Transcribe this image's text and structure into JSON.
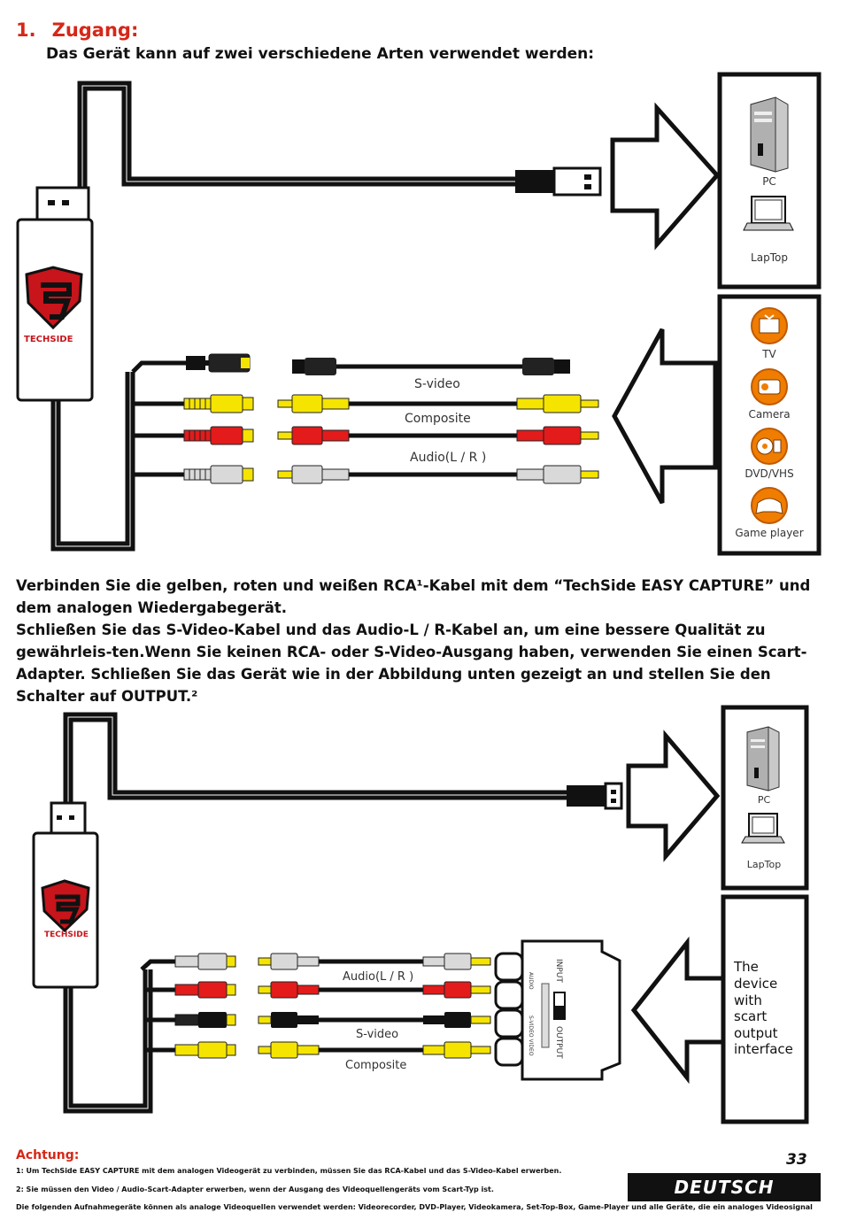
{
  "section": {
    "number": "1.",
    "title": "Zugang:",
    "subtitle": "Das Gerät kann auf zwei verschiedene Arten verwendet werden:"
  },
  "diagram1": {
    "brand": "TECHSIDE",
    "cable_labels": [
      "S-video",
      "Composite",
      "Audio(L / R )"
    ],
    "targets": [
      "PC",
      "LapTop"
    ],
    "sources": [
      "TV",
      "Camera",
      "DVD/VHS",
      "Game player"
    ]
  },
  "body_text": {
    "line1": "Verbinden Sie die gelben, roten und weißen RCA¹-Kabel mit dem “TechSide EASY CAPTURE” und dem analogen Wiedergabegerät.",
    "line2": "Schließen Sie das S-Video-Kabel und das Audio-L / R-Kabel an, um eine bessere Qualität zu gewährleis-ten.Wenn Sie keinen RCA- oder S-Video-Ausgang haben, verwenden Sie einen Scart-Adapter. Schließen Sie das Gerät wie in der Abbildung unten gezeigt an und stellen Sie den Schalter auf OUTPUT.²"
  },
  "diagram2": {
    "brand": "TECHSIDE",
    "cable_labels": [
      "Audio(L / R )",
      "S-video",
      "Composite"
    ],
    "targets": [
      "PC",
      "LapTop"
    ],
    "scart_labels": {
      "input": "INPUT",
      "output": "OUTPUT",
      "audio": "AUDIO",
      "svideo": "S-VIDEO VIDEO"
    },
    "source_text": [
      "The",
      "device",
      "with",
      "scart",
      "output",
      "interface"
    ]
  },
  "notes": {
    "title": "Achtung:",
    "items": [
      "1: Um TechSide EASY CAPTURE mit dem analogen Videogerät zu verbinden, müssen Sie das RCA-Kabel und das S-Video-Kabel erwerben.",
      "2: Sie müssen den Video / Audio-Scart-Adapter erwerben, wenn der Ausgang des Videoquellengeräts vom Scart-Typ ist.",
      "Die folgenden Aufnahmegeräte können als analoge Videoquellen verwendet werden: Videorecorder, DVD-Player, Videokamera, Set-Top-Box, Game-Player und alle Geräte, die ein analoges Videosignal mit RCA-"
    ]
  },
  "footer": {
    "page_number": "33",
    "language": "DEUTSCH"
  },
  "colors": {
    "accent_red": "#d62718",
    "rca_yellow": "#f5e400",
    "rca_red": "#e31b1b",
    "rca_white": "#d9d9d9",
    "orange_icon": "#f07d00"
  }
}
